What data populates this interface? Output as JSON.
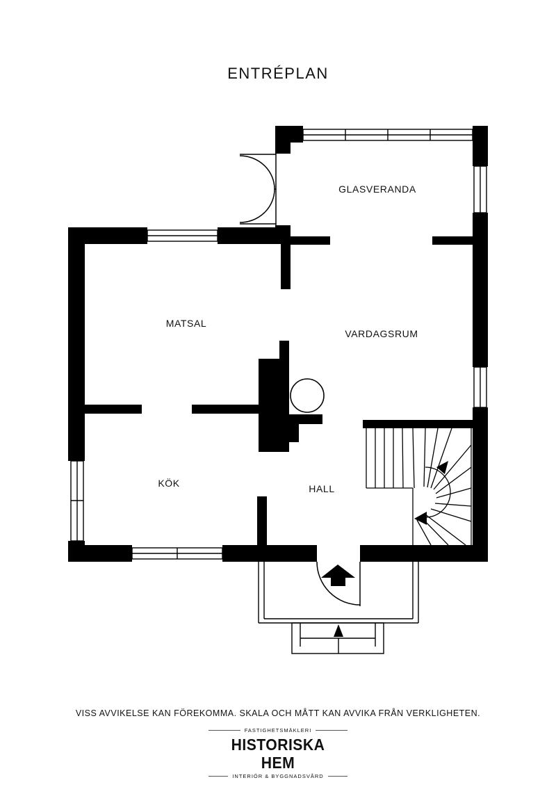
{
  "title": "ENTRÉPLAN",
  "rooms": {
    "glasveranda": "GLASVERANDA",
    "matsal": "MATSAL",
    "vardagsrum": "VARDAGSRUM",
    "kok": "KÖK",
    "hall": "HALL"
  },
  "disclaimer": "VISS AVVIKELSE KAN FÖREKOMMA. SKALA OCH MÅTT KAN AVVIKA FRÅN VERKLIGHETEN.",
  "brand": {
    "top": "FASTIGHETSMÄKLERI",
    "name": "HISTORISKA HEM",
    "bottom": "INTERIÖR & BYGGNADSVÅRD"
  }
}
